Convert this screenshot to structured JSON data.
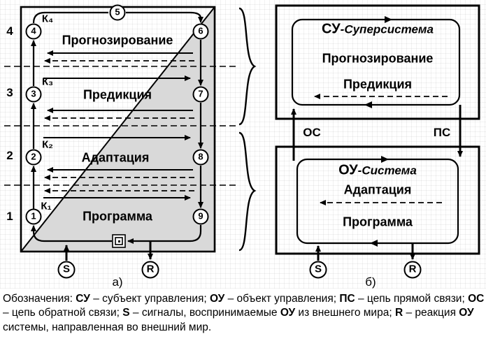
{
  "left": {
    "caption": "а)",
    "level_numbers": [
      "1",
      "2",
      "3",
      "4"
    ],
    "band_labels": [
      "Прогнозирование",
      "Предикция",
      "Адаптация",
      "Программа"
    ],
    "node_numbers": [
      "1",
      "2",
      "3",
      "4",
      "5",
      "6",
      "7",
      "8",
      "9"
    ],
    "k_labels": [
      "К₁",
      "К₂",
      "К₃",
      "К₄"
    ],
    "input_label": "S",
    "output_label": "R"
  },
  "right": {
    "caption": "б)",
    "supersystem": {
      "abbr": "СУ",
      "suffix": "-Суперсистема",
      "rows": [
        "Прогнозирование",
        "Предикция"
      ]
    },
    "system": {
      "abbr": "ОУ",
      "suffix": "-Система",
      "rows": [
        "Адаптация",
        "Программа"
      ]
    },
    "feedback_label": "ОС",
    "forward_label": "ПС",
    "input_label": "S",
    "output_label": "R"
  },
  "legend": {
    "segments": [
      "Обозначения: ",
      "СУ",
      " – субъект управления; ",
      "ОУ",
      " – объект управления; ",
      "ПС",
      " – цепь прямой связи; ",
      "ОС",
      " – цепь обратной связи; ",
      "S",
      " – сигналы, воспринимаемые ",
      "ОУ",
      " из внешнего мира; ",
      "R",
      " – реакция ",
      "ОУ",
      " системы, направленная во внешний мир."
    ]
  }
}
